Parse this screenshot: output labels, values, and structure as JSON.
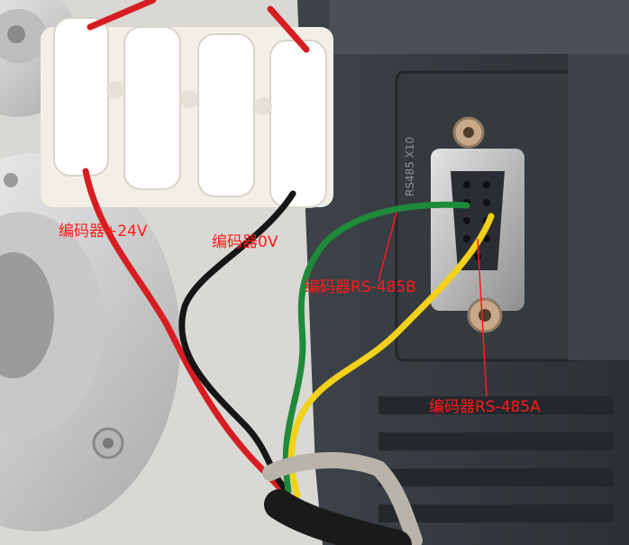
{
  "labels": {
    "encoder_24v": "编码器+24V",
    "encoder_0v": "编码器0V",
    "encoder_rs485b": "编码器RS-485B",
    "encoder_rs485a": "编码器RS-485A"
  },
  "port_marking": "RS485 X10",
  "colors": {
    "label": "#ff1a1a",
    "wire_red": "#d61e22",
    "wire_black": "#161616",
    "wire_green": "#1e8a3a",
    "wire_yellow": "#f2d21a"
  }
}
